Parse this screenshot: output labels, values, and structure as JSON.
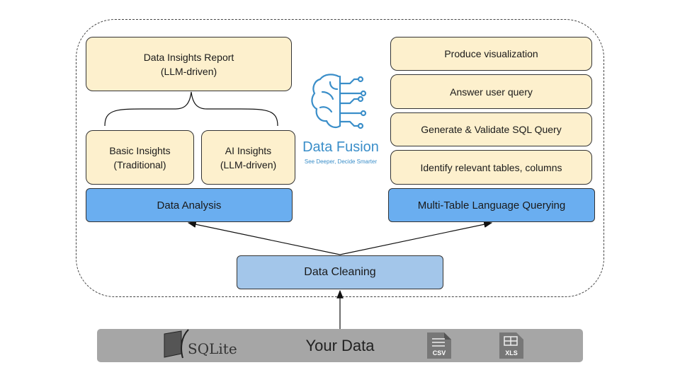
{
  "report": {
    "line1": "Data Insights Report",
    "line2": "(LLM-driven)"
  },
  "basic": {
    "line1": "Basic Insights",
    "line2": "(Traditional)"
  },
  "ai": {
    "line1": "AI Insights",
    "line2": "(LLM-driven)"
  },
  "analysis": "Data Analysis",
  "steps": [
    "Produce visualization",
    "Answer user query",
    "Generate & Validate SQL Query",
    "Identify relevant tables, columns"
  ],
  "querying": "Multi-Table Language Querying",
  "cleaning": "Data Cleaning",
  "logo": {
    "title": "Data Fusion",
    "tagline": "See Deeper, Decide Smarter"
  },
  "datasource": {
    "title": "Your Data",
    "sqlite": "SQLite",
    "csv": "CSV",
    "xls": "XLS"
  },
  "colors": {
    "cream": "#fdf0cd",
    "blue": "#6aaef0",
    "cleaning": "#a3c6ea",
    "logo": "#3a8ec9",
    "bar": "#a6a6a6"
  },
  "icons": [
    "brain-circuit-icon",
    "sqlite-feather-icon",
    "csv-file-icon",
    "xls-file-icon"
  ]
}
